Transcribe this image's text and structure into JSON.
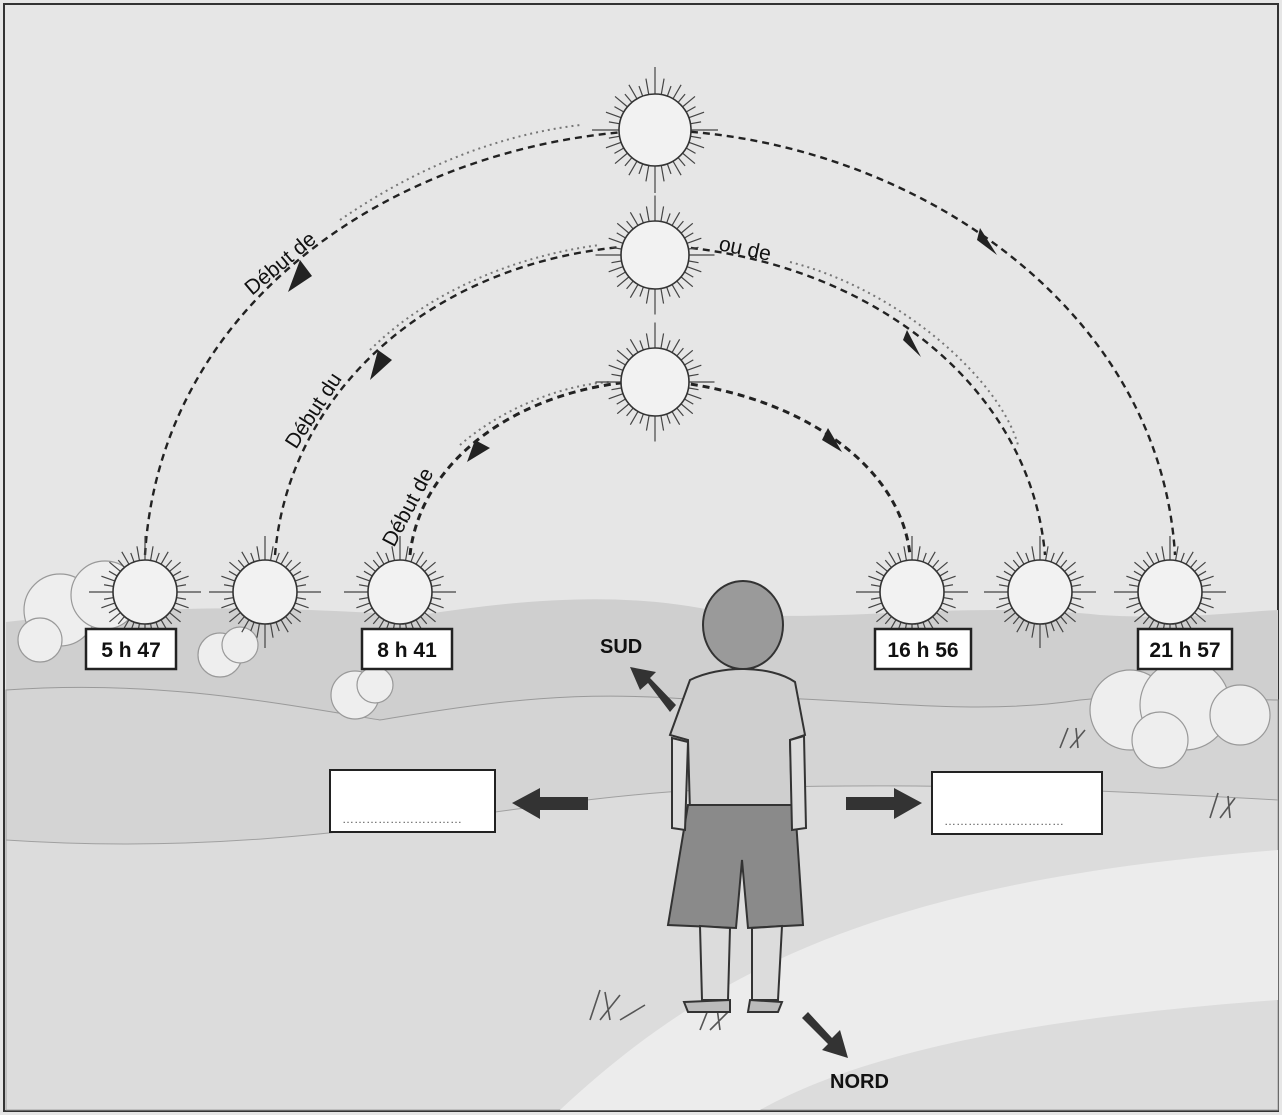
{
  "times": {
    "t1": "5 h 47",
    "t2": "8 h 41",
    "t3": "16 h 56",
    "t4": "21 h 57"
  },
  "arc_labels": {
    "outer": "Début de",
    "middle": "Début du",
    "middle_right": "ou de",
    "inner": "Début de"
  },
  "directions": {
    "south": "SUD",
    "north": "NORD"
  },
  "answer_boxes": {
    "left": "…………………………",
    "right": "…………………………"
  },
  "colors": {
    "sky": "#e6e6e6",
    "hills": "#cfcfcf",
    "ground": "#d9d9d9",
    "path": "#ececec"
  }
}
